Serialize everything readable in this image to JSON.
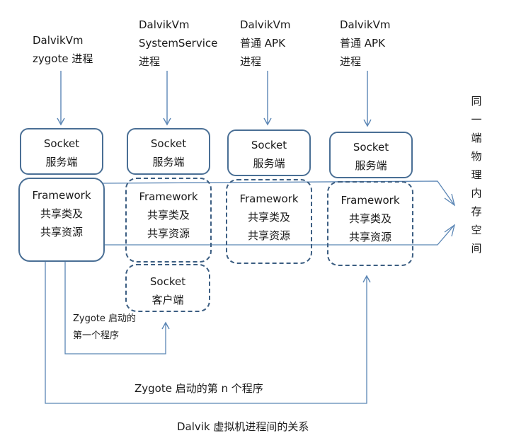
{
  "processes": [
    {
      "line1": "DalvikVm",
      "line2": "zygote 进程",
      "line3": ""
    },
    {
      "line1": "DalvikVm",
      "line2": "SystemService",
      "line3": "进程"
    },
    {
      "line1": "DalvikVm",
      "line2": "普通 APK",
      "line3": "进程"
    },
    {
      "line1": "DalvikVm",
      "line2": "普通 APK",
      "line3": "进程"
    }
  ],
  "socket_server": {
    "line1": "Socket",
    "line2": "服务端"
  },
  "framework": {
    "line1": "Framework",
    "line2": "共享类及",
    "line3": "共享资源"
  },
  "socket_client": {
    "line1": "Socket",
    "line2": "客户端"
  },
  "zygote_first": {
    "line1": "Zygote 启动的",
    "line2": "第一个程序"
  },
  "zygote_nth": "Zygote 启动的第 n 个程序",
  "shared_memory": [
    "同",
    "一",
    "端",
    "物",
    "理",
    "内",
    "存",
    "空",
    "间"
  ],
  "caption": "Dalvik 虚拟机进程间的关系",
  "colors": {
    "border": "#4a6f95",
    "line": "#5b86b5"
  }
}
